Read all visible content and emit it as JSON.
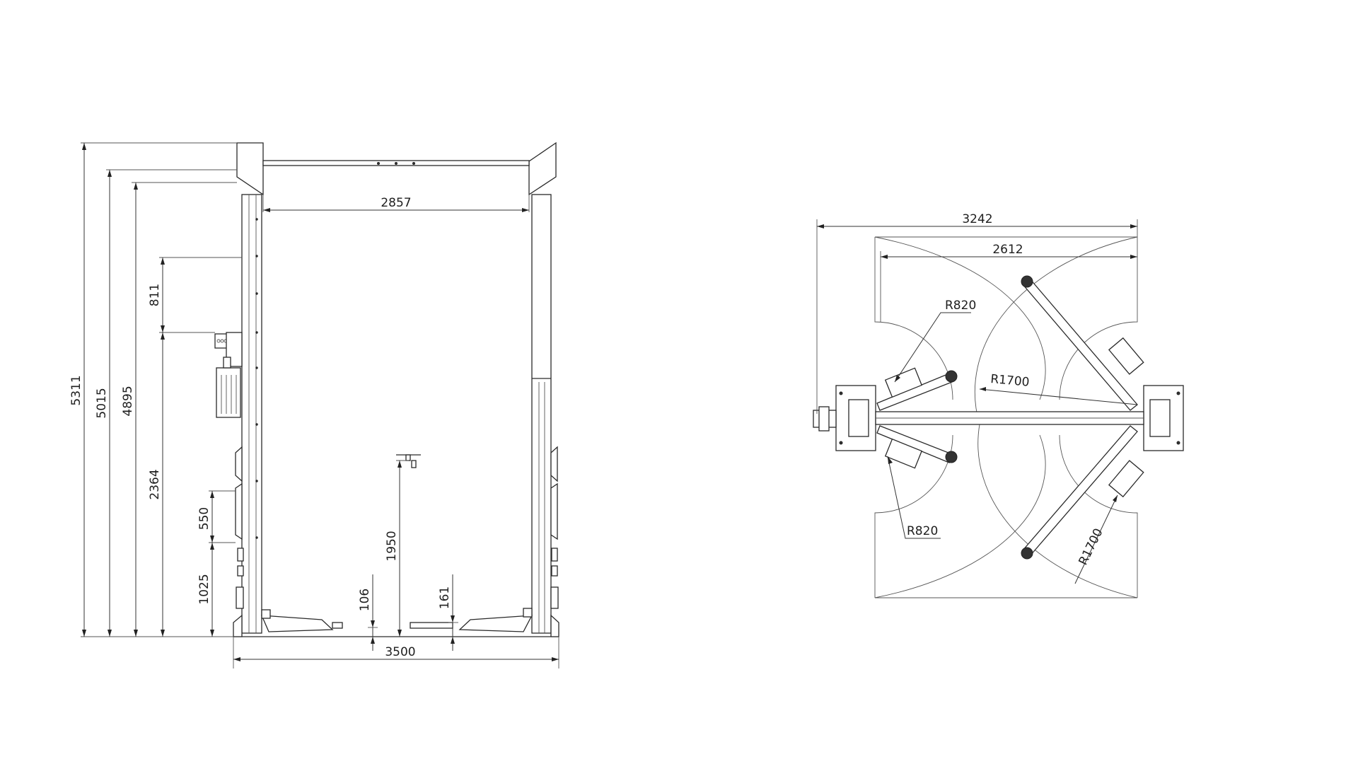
{
  "front_view": {
    "dimensions": {
      "d5311": "5311",
      "d5015": "5015",
      "d4895": "4895",
      "d2364": "2364",
      "d811": "811",
      "d550": "550",
      "d1025": "1025",
      "d2857": "2857",
      "d1950": "1950",
      "d106": "106",
      "d161": "161",
      "d3500": "3500"
    }
  },
  "top_view": {
    "dimensions": {
      "d3242": "3242",
      "d2612": "2612",
      "r820_top": "R820",
      "r820_bottom": "R820",
      "r1700_mid": "R1700",
      "r1700_diag": "R1700"
    }
  },
  "colors": {
    "line": "#2a2a2a",
    "background": "#ffffff"
  }
}
